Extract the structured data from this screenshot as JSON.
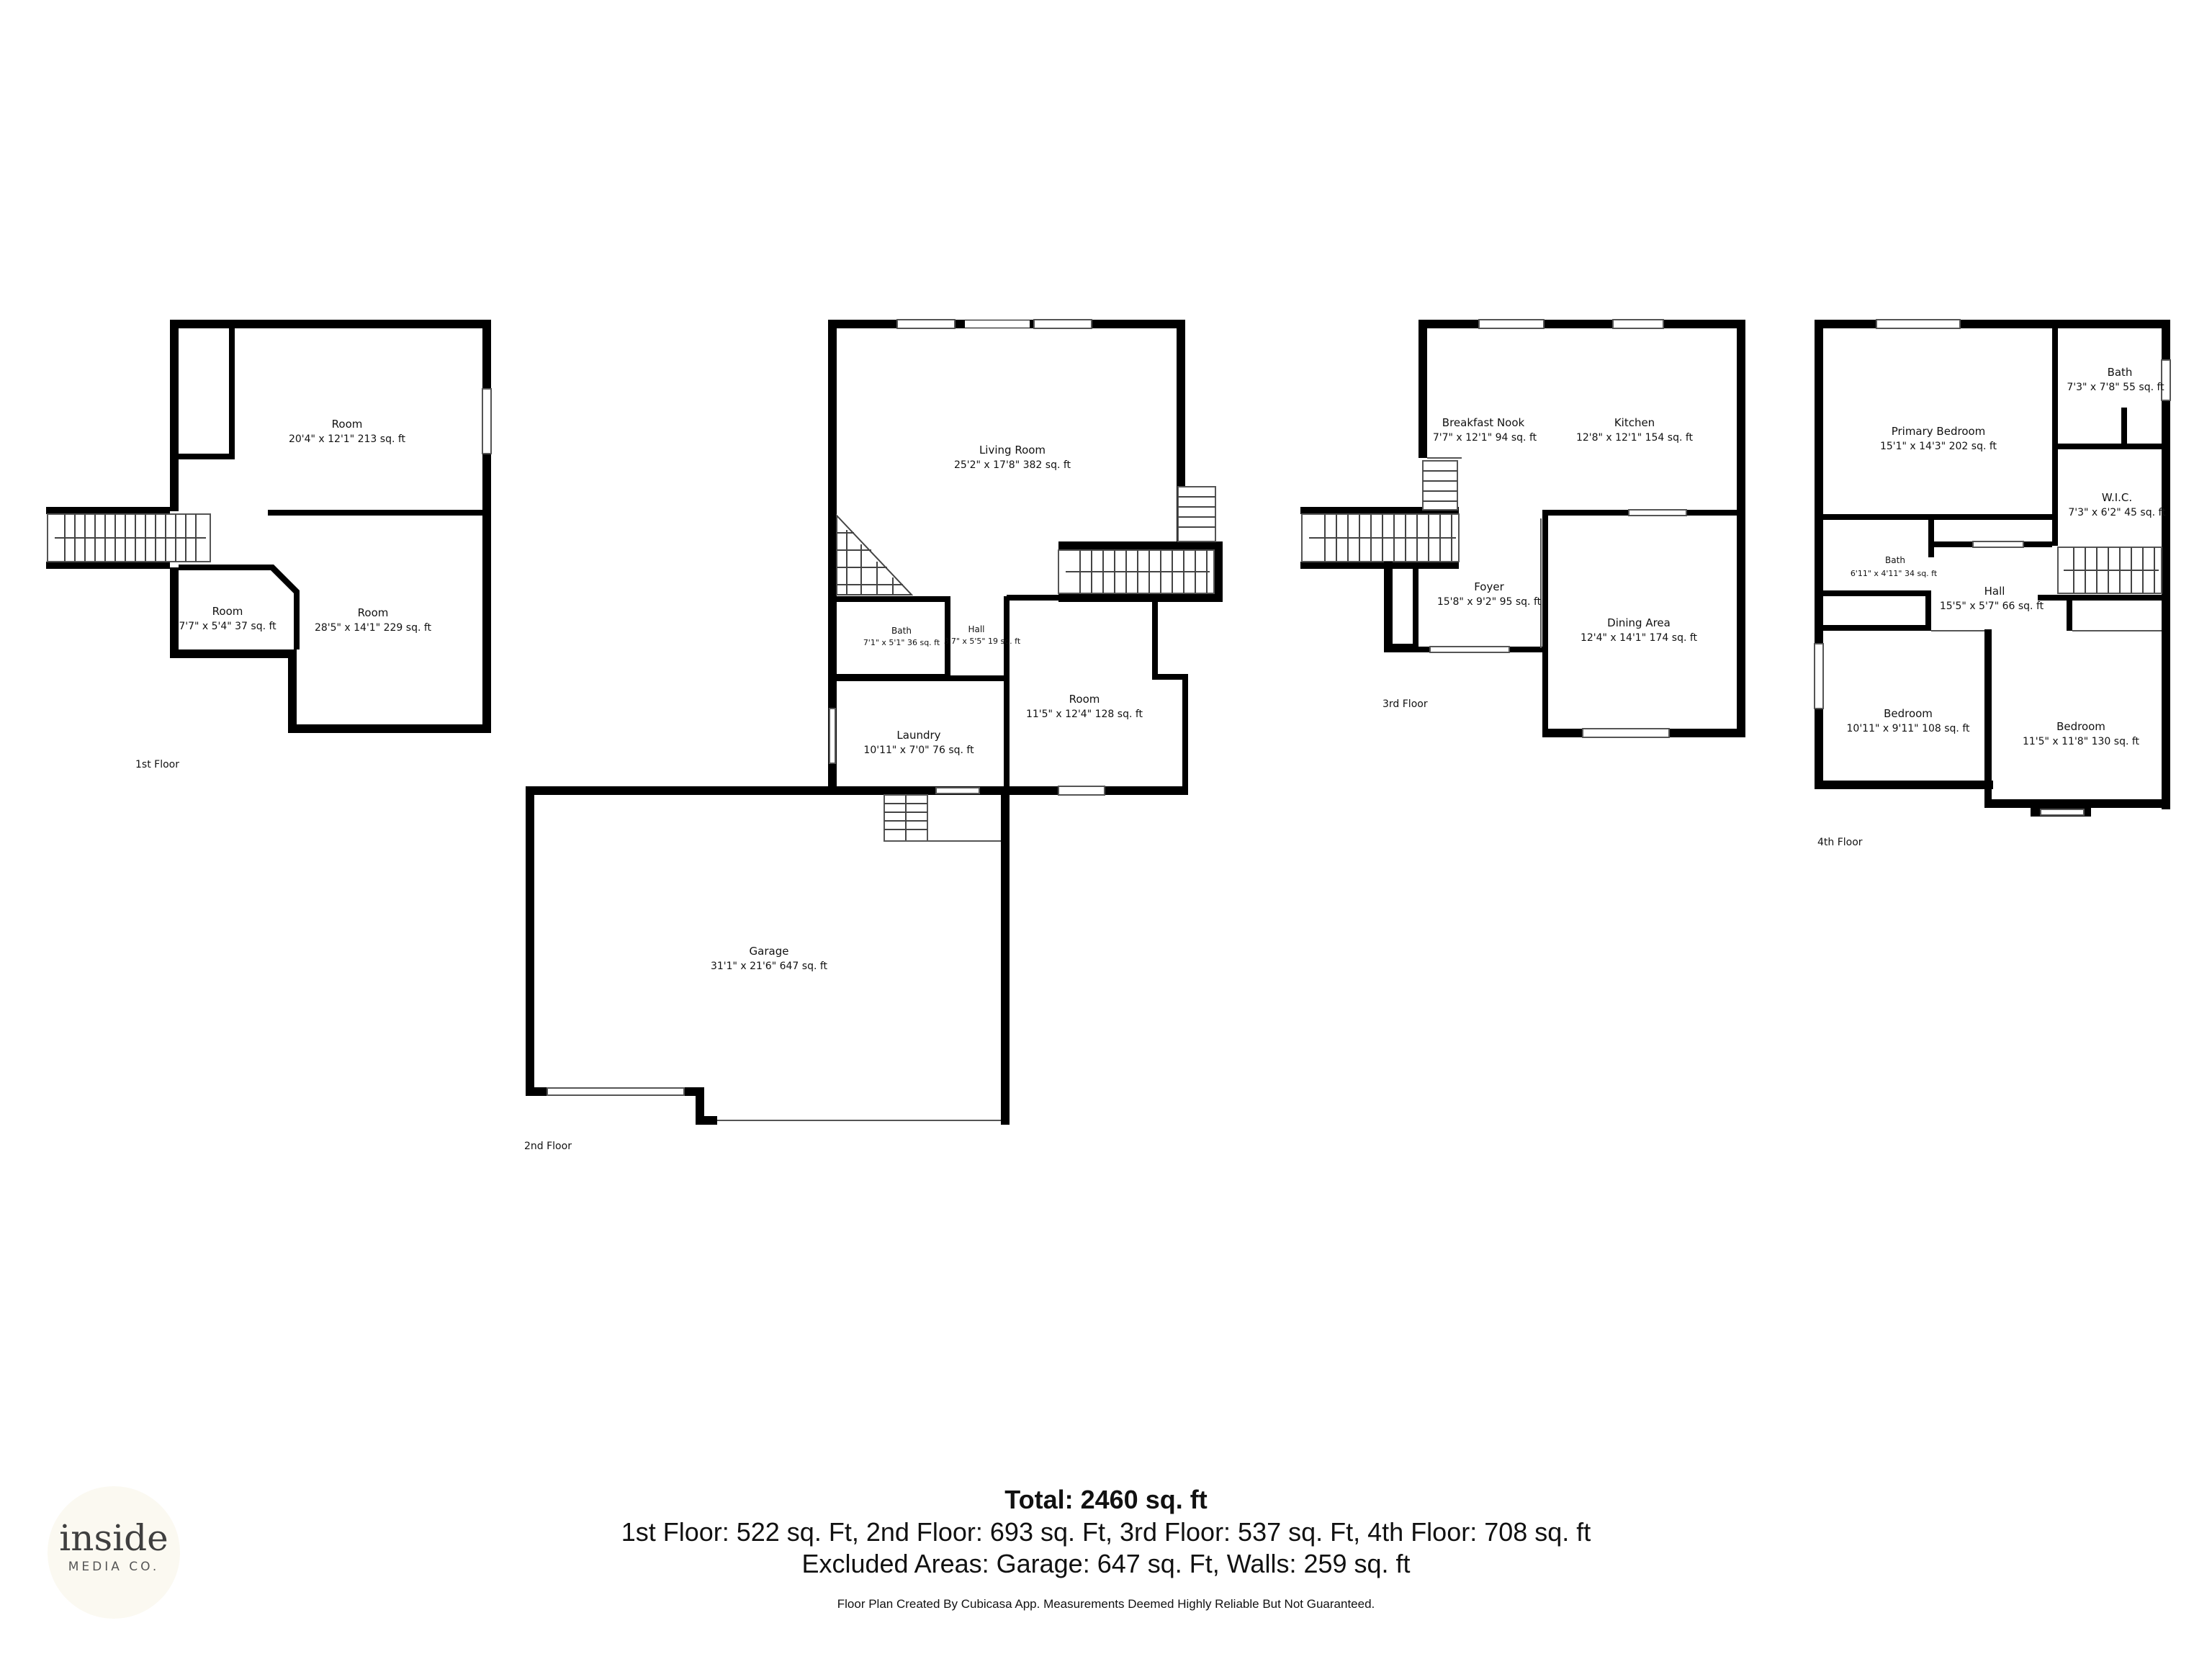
{
  "floors": [
    {
      "label": "1st Floor",
      "rooms": [
        {
          "name": "Room",
          "dims": "20'4\" x 12'1\" 213 sq. ft"
        },
        {
          "name": "Room",
          "dims": "7'7\" x 5'4\" 37 sq. ft"
        },
        {
          "name": "Room",
          "dims": "28'5\" x 14'1\" 229 sq. ft"
        }
      ]
    },
    {
      "label": "2nd Floor",
      "rooms": [
        {
          "name": "Living Room",
          "dims": "25'2\" x 17'8\" 382 sq. ft"
        },
        {
          "name": "Bath",
          "dims": "7'1\" x 5'1\" 36 sq. ft"
        },
        {
          "name": "Hall",
          "dims": "3'7\" x 5'5\" 19 sq. ft"
        },
        {
          "name": "Room",
          "dims": "11'5\" x 12'4\" 128 sq. ft"
        },
        {
          "name": "Laundry",
          "dims": "10'11\" x 7'0\" 76 sq. ft"
        },
        {
          "name": "Garage",
          "dims": "31'1\" x 21'6\" 647 sq. ft"
        }
      ]
    },
    {
      "label": "3rd Floor",
      "rooms": [
        {
          "name": "Breakfast Nook",
          "dims": "7'7\" x 12'1\" 94 sq. ft"
        },
        {
          "name": "Kitchen",
          "dims": "12'8\" x 12'1\" 154 sq. ft"
        },
        {
          "name": "Foyer",
          "dims": "15'8\" x 9'2\" 95 sq. ft"
        },
        {
          "name": "Dining Area",
          "dims": "12'4\" x 14'1\" 174 sq. ft"
        }
      ]
    },
    {
      "label": "4th Floor",
      "rooms": [
        {
          "name": "Primary Bedroom",
          "dims": "15'1\" x 14'3\" 202 sq. ft"
        },
        {
          "name": "Bath",
          "dims": "7'3\" x 7'8\" 55 sq. ft"
        },
        {
          "name": "W.I.C.",
          "dims": "7'3\" x 6'2\" 45 sq. ft"
        },
        {
          "name": "Bath",
          "dims": "6'11\" x 4'11\" 34 sq. ft"
        },
        {
          "name": "Hall",
          "dims": "15'5\" x 5'7\" 66 sq. ft"
        },
        {
          "name": "Bedroom",
          "dims": "10'11\" x 9'11\" 108 sq. ft"
        },
        {
          "name": "Bedroom",
          "dims": "11'5\" x 11'8\" 130 sq. ft"
        }
      ]
    }
  ],
  "summary": {
    "total": "Total: 2460 sq. ft",
    "floors_line": "1st Floor: 522 sq. Ft, 2nd Floor: 693 sq. Ft, 3rd Floor: 537 sq. Ft, 4th Floor: 708 sq. ft",
    "excluded_line": "Excluded Areas: Garage: 647 sq. Ft, Walls: 259 sq. ft",
    "disclaimer": "Floor Plan Created By Cubicasa App. Measurements Deemed Highly Reliable But Not Guaranteed."
  },
  "logo": {
    "line1": "inside",
    "line2": "MEDIA CO."
  }
}
